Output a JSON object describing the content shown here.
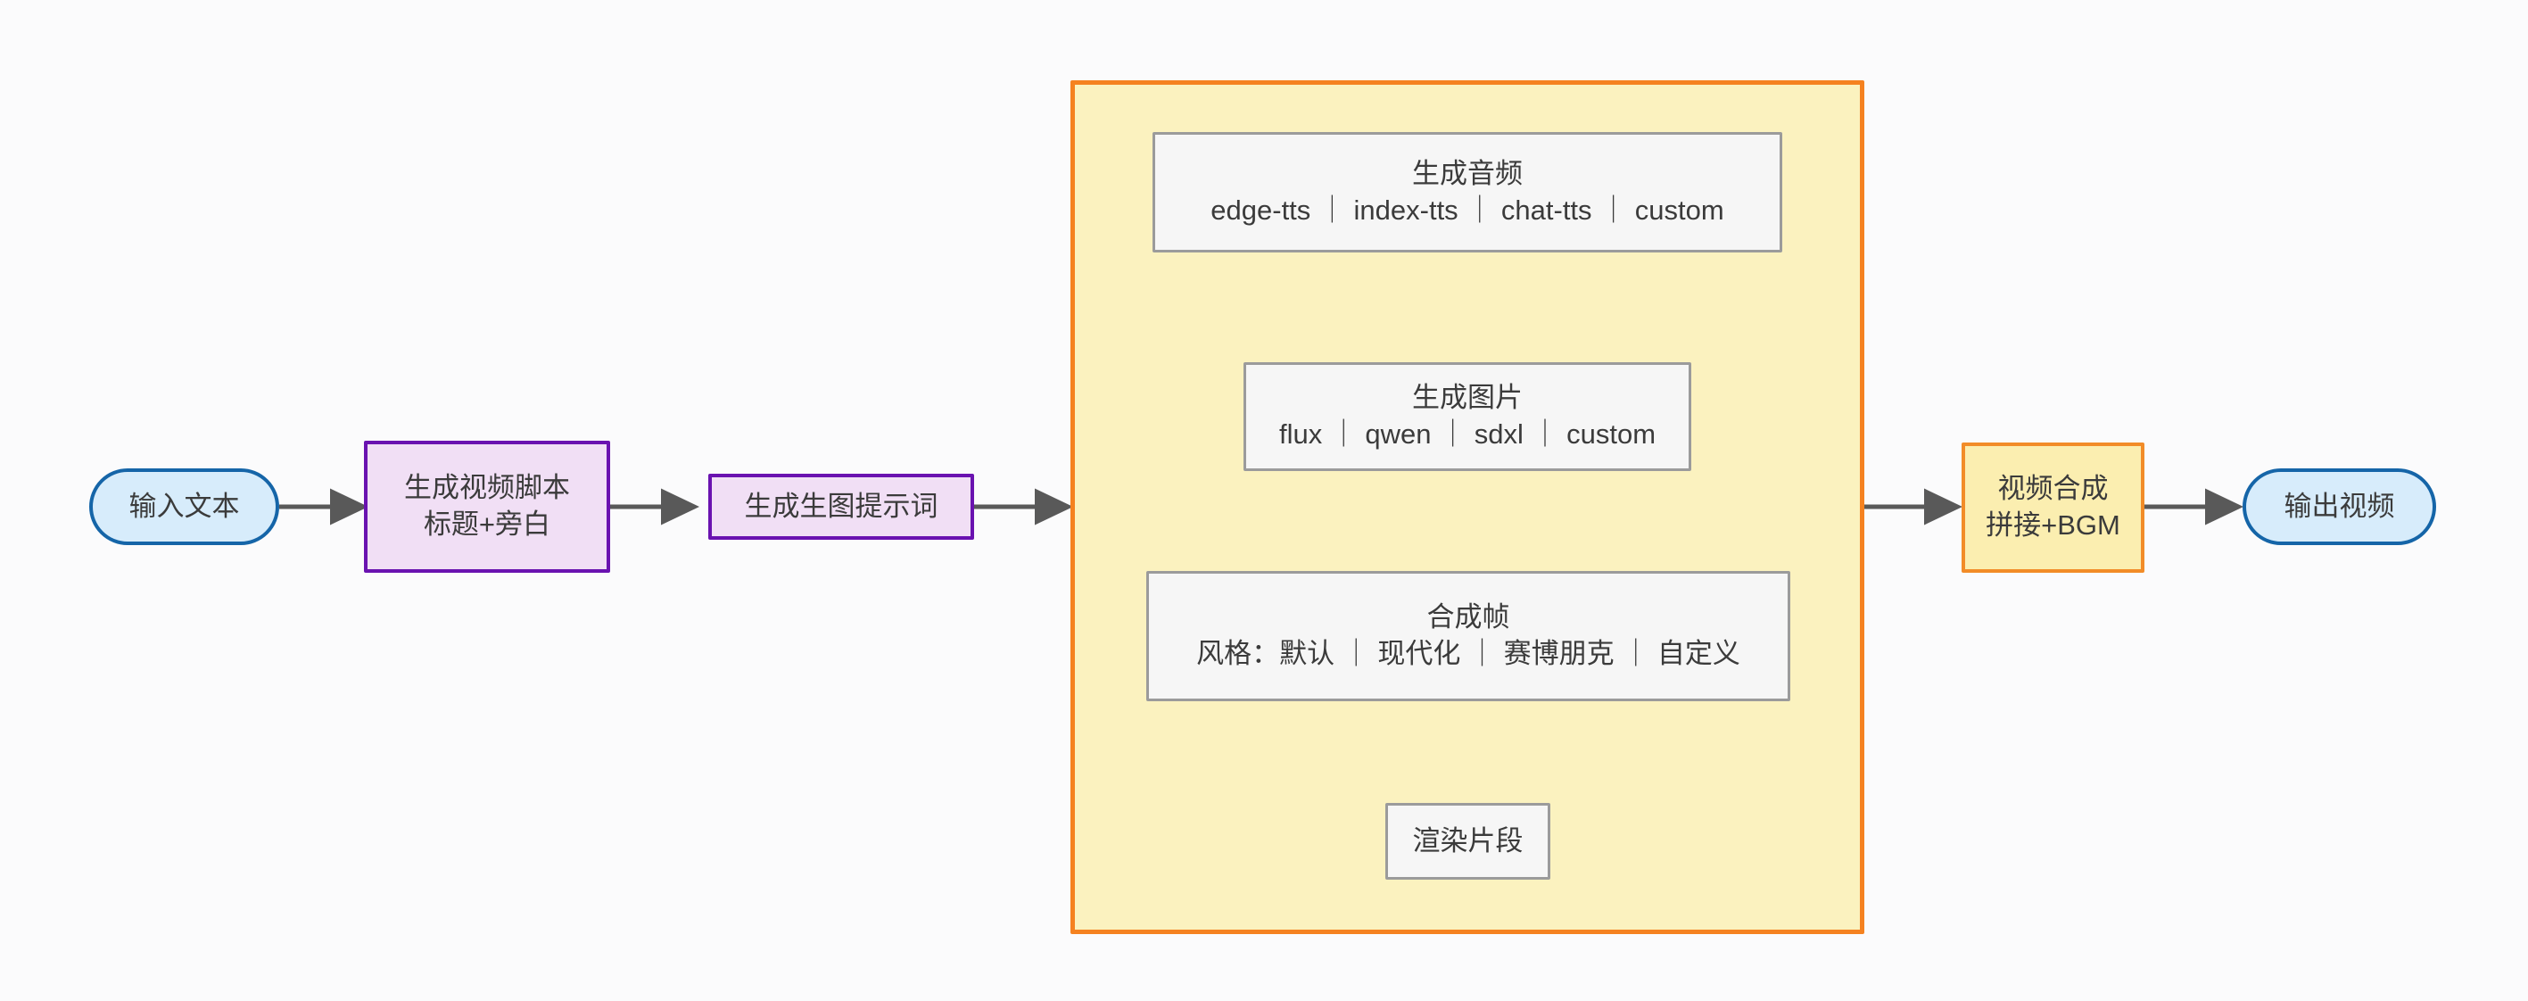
{
  "diagram": {
    "type": "flowchart",
    "direction": "left-to-right",
    "background_color": "#fbfbfc",
    "nodes": [
      {
        "id": "input-text",
        "shape": "stadium",
        "line1": "输入文本",
        "line2": "",
        "fill": "#d7ecfb",
        "stroke": "#1565a8"
      },
      {
        "id": "generate-script",
        "shape": "rect",
        "line1": "生成视频脚本",
        "line2": "标题+旁白",
        "fill": "#f1dff5",
        "stroke": "#6a12b0"
      },
      {
        "id": "generate-image-prompt",
        "shape": "rect",
        "line1": "生成生图提示词",
        "line2": "",
        "fill": "#f1dff5",
        "stroke": "#6a12b0"
      },
      {
        "id": "generate-audio",
        "shape": "rect",
        "line1": "生成音频",
        "line2": "edge-tts ｜ index-tts ｜ chat-tts ｜ custom",
        "fill": "#f6f6f6",
        "stroke": "#9b9b9b"
      },
      {
        "id": "generate-picture",
        "shape": "rect",
        "line1": "生成图片",
        "line2": "flux ｜ qwen ｜ sdxl ｜ custom",
        "fill": "#f6f6f6",
        "stroke": "#9b9b9b"
      },
      {
        "id": "composite-frame",
        "shape": "rect",
        "line1": "合成帧",
        "line2": "风格：默认 ｜ 现代化 ｜ 赛博朋克 ｜ 自定义",
        "fill": "#f6f6f6",
        "stroke": "#9b9b9b"
      },
      {
        "id": "render-clip",
        "shape": "rect",
        "line1": "渲染片段",
        "line2": "",
        "fill": "#f6f6f6",
        "stroke": "#9b9b9b"
      },
      {
        "id": "video-compose",
        "shape": "rect",
        "line1": "视频合成",
        "line2": "拼接+BGM",
        "fill": "#fbeeb0",
        "stroke": "#f28c28"
      },
      {
        "id": "output-video",
        "shape": "stadium",
        "line1": "输出视频",
        "line2": "",
        "fill": "#d7ecfb",
        "stroke": "#1565a8"
      }
    ],
    "subgraph": {
      "id": "per-shot-pipeline",
      "label": "",
      "fill": "#fbf2bf",
      "stroke": "#f58220"
    },
    "edges": [
      {
        "from": "input-text",
        "to": "generate-script",
        "label": ""
      },
      {
        "from": "generate-script",
        "to": "generate-image-prompt",
        "label": ""
      },
      {
        "from": "generate-image-prompt",
        "to": "per-shot-pipeline",
        "label": ""
      },
      {
        "from": "generate-audio",
        "to": "generate-picture",
        "label": ""
      },
      {
        "from": "generate-picture",
        "to": "composite-frame",
        "label": ""
      },
      {
        "from": "composite-frame",
        "to": "render-clip",
        "label": ""
      },
      {
        "from": "per-shot-pipeline",
        "to": "video-compose",
        "label": ""
      },
      {
        "from": "video-compose",
        "to": "output-video",
        "label": ""
      }
    ],
    "edge_color": "#595959"
  }
}
